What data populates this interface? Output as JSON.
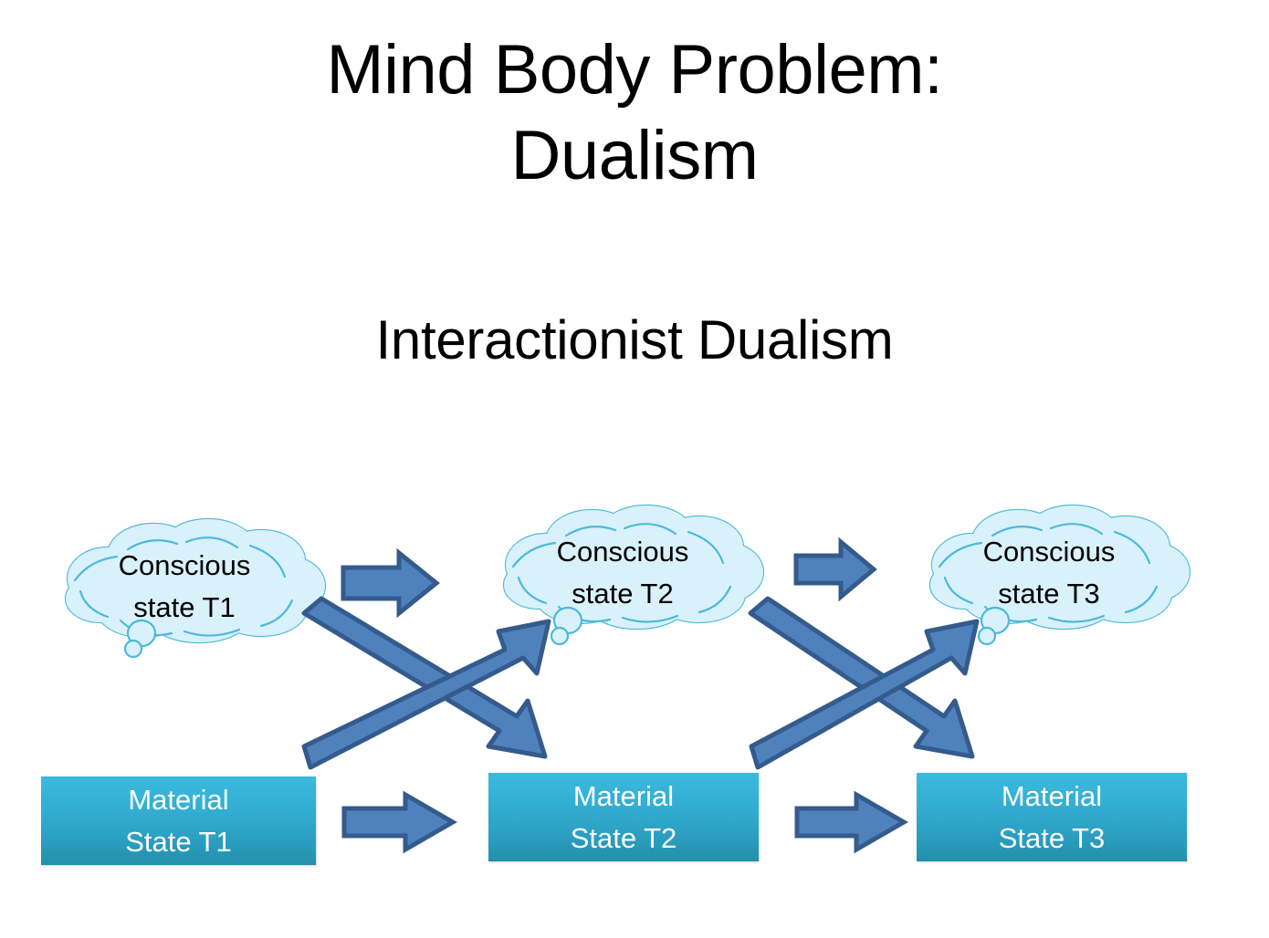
{
  "slide": {
    "background_color": "#ffffff",
    "title": {
      "lines": [
        "Mind Body Problem:",
        "Dualism"
      ]
    },
    "subtitle": {
      "text": "Interactionist Dualism"
    }
  },
  "palette": {
    "cloud_fill": "#d9f1fb",
    "cloud_stroke": "#4db9d9",
    "arrow_fill": "#4f81bd",
    "arrow_stroke": "#345b8c",
    "box_gradient_top": "#3cb9de",
    "box_gradient_bottom": "#2490ab",
    "box_text": "#ffffff",
    "title_text": "#000000"
  },
  "diagram": {
    "type": "interactionist-dualism-flow",
    "conscious_states": [
      {
        "id": "cs-t1",
        "line1": "Conscious",
        "line2": "state T1"
      },
      {
        "id": "cs-t2",
        "line1": "Conscious",
        "line2": "state T2"
      },
      {
        "id": "cs-t3",
        "line1": "Conscious",
        "line2": "state T3"
      }
    ],
    "material_states": [
      {
        "id": "ms-t1",
        "line1": "Material",
        "line2": "State T1"
      },
      {
        "id": "ms-t2",
        "line1": "Material",
        "line2": "State T2"
      },
      {
        "id": "ms-t3",
        "line1": "Material",
        "line2": "State T3"
      }
    ],
    "arrows": [
      {
        "id": "cs1-to-cs2",
        "from": "cs-t1",
        "to": "cs-t2",
        "direction": "horizontal-right"
      },
      {
        "id": "cs2-to-cs3",
        "from": "cs-t2",
        "to": "cs-t3",
        "direction": "horizontal-right"
      },
      {
        "id": "ms1-to-ms2",
        "from": "ms-t1",
        "to": "ms-t2",
        "direction": "horizontal-right"
      },
      {
        "id": "ms2-to-ms3",
        "from": "ms-t2",
        "to": "ms-t3",
        "direction": "horizontal-right"
      },
      {
        "id": "cs1-to-ms2",
        "from": "cs-t1",
        "to": "ms-t2",
        "direction": "diagonal-down-right"
      },
      {
        "id": "ms1-to-cs2",
        "from": "ms-t1",
        "to": "cs-t2",
        "direction": "diagonal-up-right"
      },
      {
        "id": "cs2-to-ms3",
        "from": "cs-t2",
        "to": "ms-t3",
        "direction": "diagonal-down-right"
      },
      {
        "id": "ms2-to-cs3",
        "from": "ms-t2",
        "to": "cs-t3",
        "direction": "diagonal-up-right"
      }
    ]
  }
}
